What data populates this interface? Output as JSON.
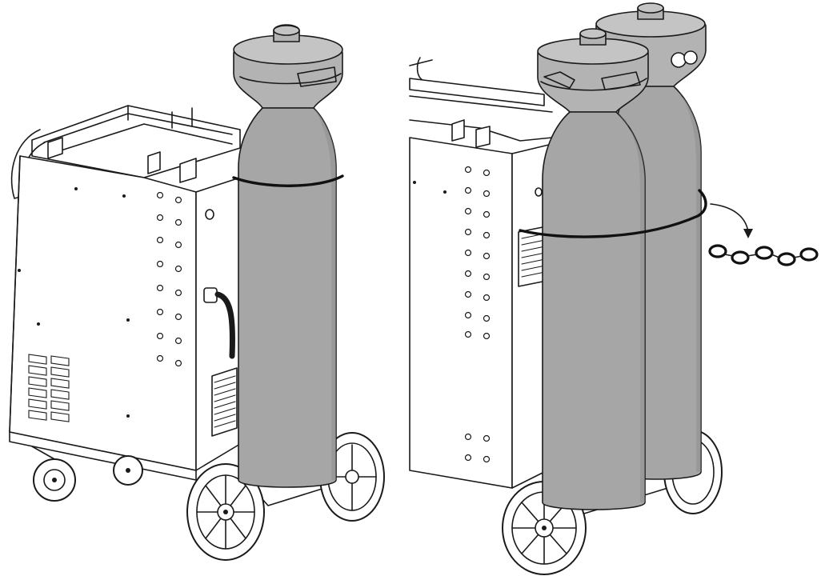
{
  "colors": {
    "line": "#1a1a1a",
    "cylinder_fill": "#a6a6a6",
    "cylinder_shade": "#8e8e8e",
    "cylinder_cap": "#b3b3b3",
    "background": "#ffffff",
    "strap": "#111111"
  },
  "illustrations": [
    {
      "name": "single-cylinder-trolley",
      "cylinders": 1,
      "strap": "belt"
    },
    {
      "name": "double-cylinder-trolley",
      "cylinders": 2,
      "strap": "chain"
    }
  ],
  "icons": {
    "arrow": "curved-arrow-icon",
    "chain": "chain-icon"
  }
}
